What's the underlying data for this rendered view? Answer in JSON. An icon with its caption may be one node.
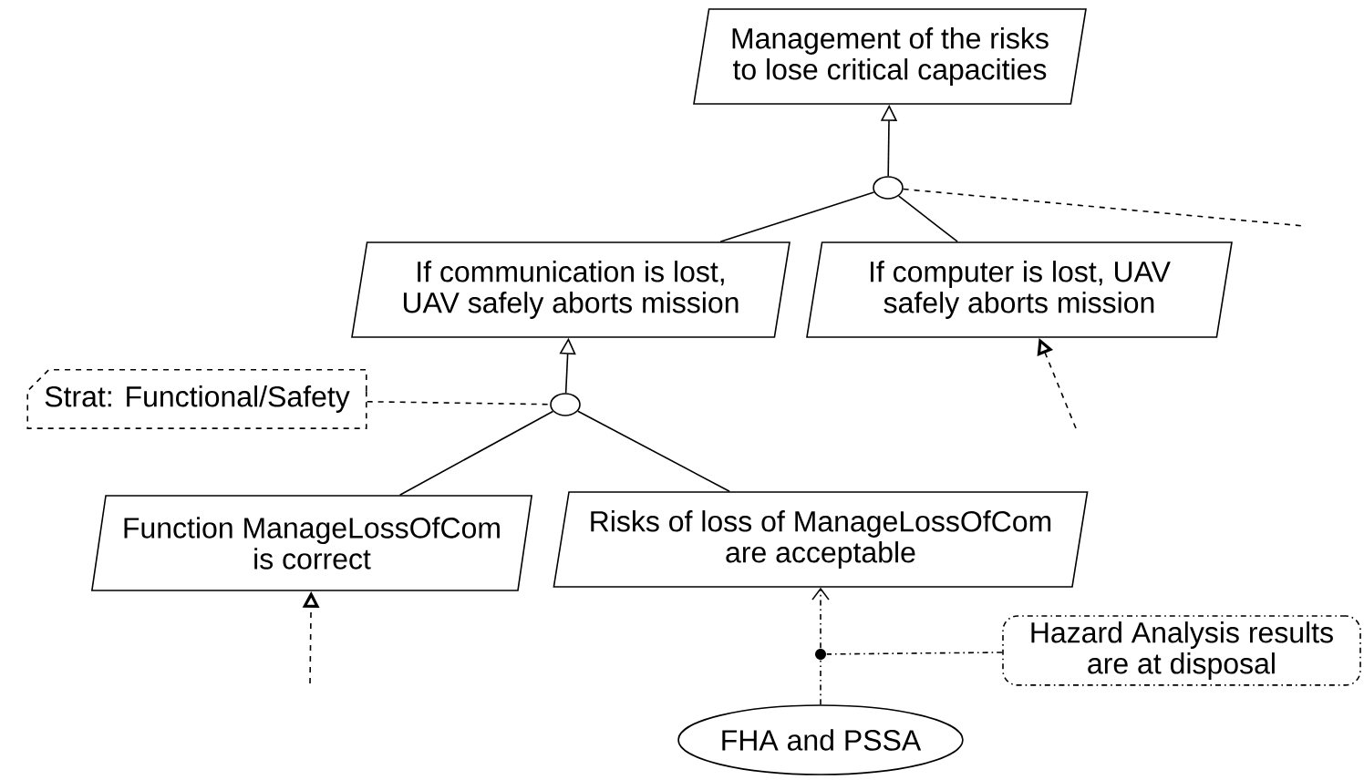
{
  "diagram": {
    "nodes": [
      {
        "text": [
          "Management of the risks to lose critical capacities"
        ]
      },
      {
        "text": [],
        "shape": "circle"
      },
      {
        "text": [
          "If communication is lost, UAV safely aborts mission"
        ]
      },
      {
        "text": [
          "If computer is lost, UAV safely aborts mission"
        ]
      },
      {
        "text": [
          "Strat: Functional/Safety"
        ]
      },
      {
        "text": [],
        "shape": "circle"
      },
      {
        "text": [
          "Function ManageLossOfCom is correct"
        ]
      },
      {
        "text": [
          "Risks of loss of ManageLossOfCom are acceptable"
        ]
      },
      {
        "text": [
          "Hazard Analysis results are at disposal"
        ]
      },
      {
        "text": [
          "FHA and PSSA"
        ]
      },
      {
        "text": [],
        "shape": "dot"
      }
    ],
    "edges": [
      {
        "from": 1,
        "to": 0,
        "arrow": "to"
      },
      {
        "from": 1,
        "to": 2,
        "arrow": "none"
      },
      {
        "from": 1,
        "to": 3,
        "arrow": "none"
      },
      {
        "from": 1,
        "to": null,
        "arrow": "none",
        "style": "dashed"
      },
      {
        "from": null,
        "to": 3,
        "arrow": "to",
        "style": "dashed"
      },
      {
        "from": 5,
        "to": 2,
        "arrow": "to"
      },
      {
        "from": 4,
        "to": 5,
        "arrow": "none",
        "style": "dashed"
      },
      {
        "from": 5,
        "to": 6,
        "arrow": "none"
      },
      {
        "from": 5,
        "to": 7,
        "arrow": "none"
      },
      {
        "from": null,
        "to": 6,
        "arrow": "to",
        "style": "dashed"
      },
      {
        "from": 9,
        "to": 10,
        "arrow": "none",
        "style": "dashed"
      },
      {
        "from": 10,
        "to": 7,
        "arrow": "to",
        "style": "dashed"
      },
      {
        "from": 8,
        "to": 10,
        "arrow": "none",
        "style": "dashed"
      }
    ]
  }
}
